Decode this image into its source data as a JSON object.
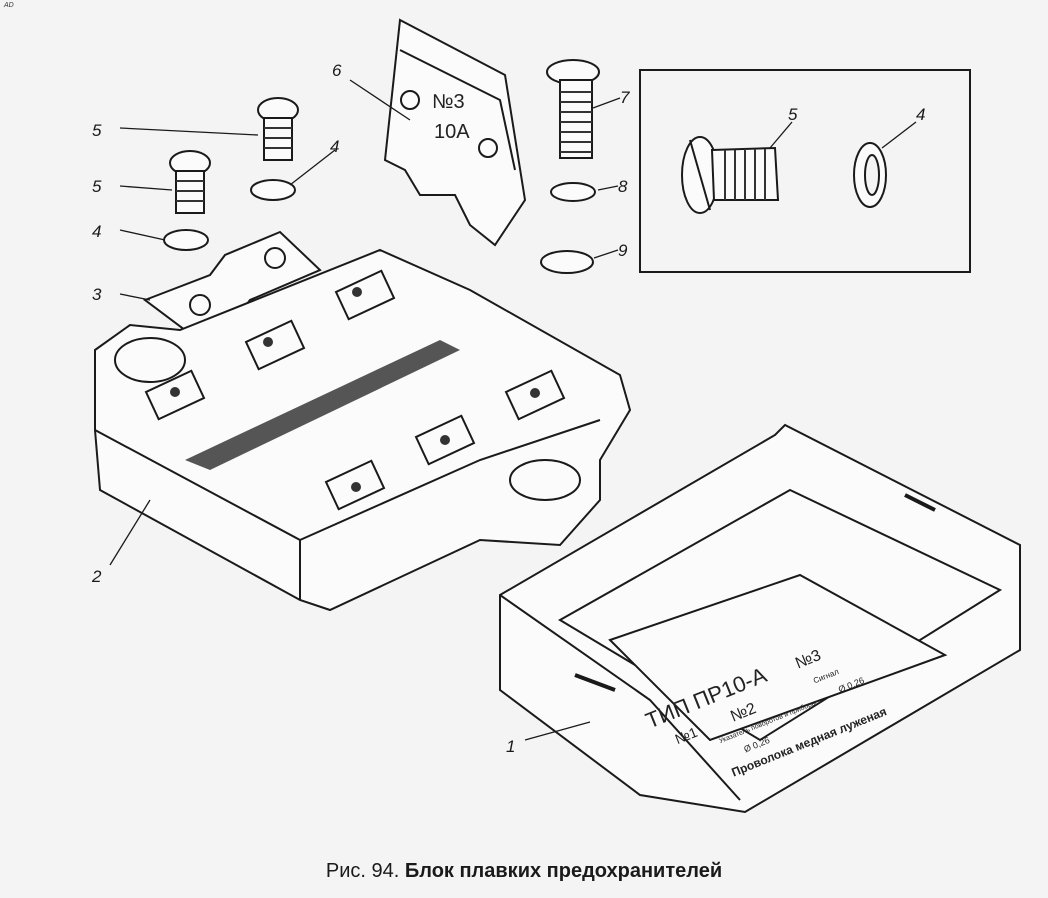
{
  "figure": {
    "corner_mark": "AD",
    "caption_prefix": "Рис. 94.",
    "caption_title": "Блок плавких предохранителей",
    "callouts": [
      "1",
      "2",
      "3",
      "4",
      "4",
      "5",
      "5",
      "6",
      "7",
      "8",
      "9"
    ],
    "inset_callouts": [
      "5",
      "4"
    ],
    "fuse_marking": {
      "number": "№3",
      "rating": "10А"
    },
    "cover_label": {
      "type": "ТИП ПР10-А",
      "slot1": "№1",
      "slot2": "№2",
      "slot3": "№3",
      "slot2_desc": "Указатель поворотов и приборы",
      "slot3_desc": "Сигнал",
      "wire_dia_1": "Ø 0,26",
      "wire_dia_2": "Ø 0,26",
      "wire_note": "Проволока медная луженая"
    }
  }
}
